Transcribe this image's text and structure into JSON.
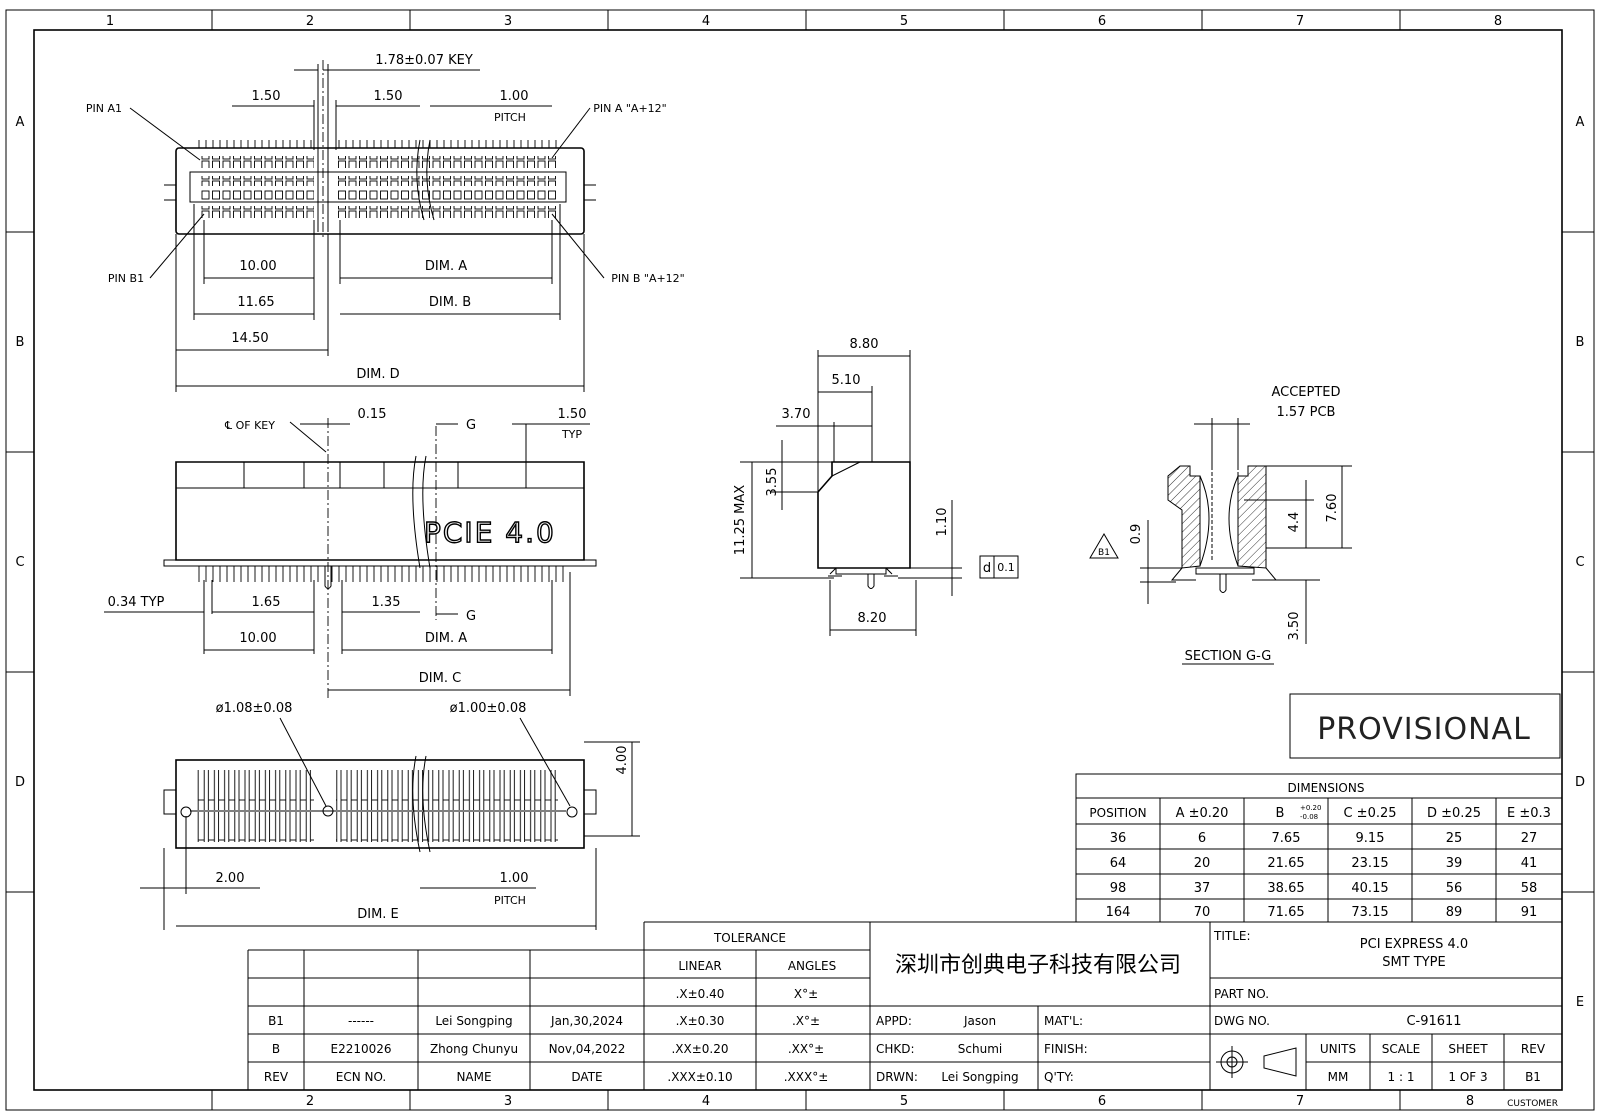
{
  "grid": {
    "cols_top": [
      "1",
      "2",
      "3",
      "4",
      "5",
      "6",
      "7",
      "8"
    ],
    "cols_bottom": [
      "2",
      "3",
      "4",
      "5",
      "6",
      "7",
      "8"
    ],
    "rows": [
      "A",
      "B",
      "C",
      "D",
      "E"
    ],
    "customer": "CUSTOMER"
  },
  "top_view": {
    "key": "1.78±0.07 KEY",
    "d150a": "1.50",
    "d150b": "1.50",
    "d100": "1.00",
    "pitch": "PITCH",
    "pin_a1": "PIN A1",
    "pin_a_end": "PIN A \"A+12\"",
    "pin_b1": "PIN B1",
    "pin_b_end": "PIN B \"A+12\"",
    "d1000": "10.00",
    "dim_a": "DIM. A",
    "d1165": "11.65",
    "dim_b": "DIM. B",
    "d1450": "14.50",
    "dim_d": "DIM. D"
  },
  "front_view": {
    "cl_key": "℄ OF KEY",
    "d015": "0.15",
    "g1": "G",
    "d150": "1.50",
    "typ": "TYP",
    "pcie": "PCIE 4.0",
    "d034": "0.34 TYP",
    "d165": "1.65",
    "d135": "1.35",
    "g2": "G",
    "d1000": "10.00",
    "dim_a": "DIM. A",
    "dim_c": "DIM. C"
  },
  "bottom_view": {
    "hole1": "ø1.08±0.08",
    "hole2": "ø1.00±0.08",
    "d400": "4.00",
    "d200": "2.00",
    "d100": "1.00",
    "pitch": "PITCH",
    "dim_e": "DIM. E"
  },
  "side_view": {
    "d880": "8.80",
    "d510": "5.10",
    "d370": "3.70",
    "d355": "3.55",
    "d1125": "11.25 MAX",
    "d110": "1.10",
    "flat_sym": "d",
    "flat_val": "0.1",
    "d820": "8.20"
  },
  "section_view": {
    "accepted": "ACCEPTED",
    "pcb": "1.57 PCB",
    "d760": "7.60",
    "d44": "4.4",
    "d09": "0.9",
    "b1": "B1",
    "d350": "3.50",
    "title": "SECTION G-G"
  },
  "provisional": "PROVISIONAL",
  "dimensions_table": {
    "title": "DIMENSIONS",
    "headers": [
      "POSITION",
      "A ±0.20",
      "B",
      "C ±0.25",
      "D ±0.25",
      "E ±0.3"
    ],
    "b_tol_plus": "+0.20",
    "b_tol_minus": "-0.08",
    "rows": [
      [
        "36",
        "6",
        "7.65",
        "9.15",
        "25",
        "27"
      ],
      [
        "64",
        "20",
        "21.65",
        "23.15",
        "39",
        "41"
      ],
      [
        "98",
        "37",
        "38.65",
        "40.15",
        "56",
        "58"
      ],
      [
        "164",
        "70",
        "71.65",
        "73.15",
        "89",
        "91"
      ]
    ]
  },
  "title_block": {
    "tolerance": "TOLERANCE",
    "linear": "LINEAR",
    "angles": "ANGLES",
    "tol_rows": [
      [
        ".X±0.40",
        "X°±"
      ],
      [
        ".X±0.30",
        ".X°±"
      ],
      [
        ".XX±0.20",
        ".XX°±"
      ],
      [
        ".XXX±0.10",
        ".XXX°±"
      ]
    ],
    "company": "深圳市创典电子科技有限公司",
    "title_label": "TITLE:",
    "title_line1": "PCI EXPRESS 4.0",
    "title_line2": "SMT TYPE",
    "part_no": "PART NO.",
    "dwg_no_label": "DWG NO.",
    "dwg_no": "C-91611",
    "appd_label": "APPD:",
    "appd": "Jason",
    "chkd_label": "CHKD:",
    "chkd": "Schumi",
    "drwn_label": "DRWN:",
    "drwn": "Lei Songping",
    "matl": "MAT'L:",
    "finish": "FINISH:",
    "qty": "Q'TY:",
    "units_label": "UNITS",
    "units": "MM",
    "scale_label": "SCALE",
    "scale": "1 : 1",
    "sheet_label": "SHEET",
    "sheet": "1 OF 3",
    "rev_label": "REV",
    "rev": "B1"
  },
  "revision_block": {
    "headers": [
      "REV",
      "ECN NO.",
      "NAME",
      "DATE"
    ],
    "rows": [
      [
        "B1",
        "------",
        "Lei Songping",
        "Jan,30,2024"
      ],
      [
        "B",
        "E2210026",
        "Zhong Chunyu",
        "Nov,04,2022"
      ]
    ]
  }
}
